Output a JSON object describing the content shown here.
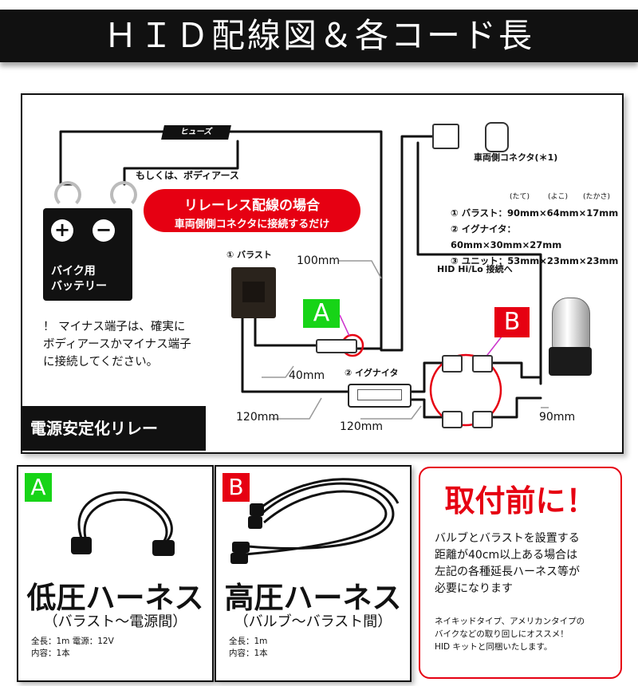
{
  "header": {
    "title": "ＨＩＤ配線図＆各コード長"
  },
  "diagram": {
    "fuse_label": "ヒューズ",
    "body_earth": "もしくは、ボディアース",
    "battery_plus": "+",
    "battery_minus": "−",
    "battery_label_1": "バイク用",
    "battery_label_2": "バッテリー",
    "relayless_title": "リレーレス配線の場合",
    "relayless_text": "車両側側コネクタに接続するだけ",
    "vehicle_connector": "車両側コネクタ(＊1)",
    "ballast_label": "① バラスト",
    "ignitor_label": "② イグナイタ",
    "tag_a": "A",
    "tag_b": "B",
    "len_100": "100mm",
    "len_40": "40mm",
    "len_120a": "120mm",
    "len_120b": "120mm",
    "len_90": "90mm",
    "hid_label": "HID Hi/Lo 接続へ",
    "note_1": "！ マイナス端子は、確実に",
    "note_2": "ボディアースかマイナス端子",
    "note_3": "に接続してください。",
    "relay_label": "電源安定化リレー",
    "spec_units": {
      "tate": "(たて)",
      "yoko": "(よこ)",
      "takasa": "(たかさ)"
    },
    "specs": [
      "① バラスト：90mm×64mm×17mm",
      "② イグナイタ：60mm×30mm×27mm",
      "③ ユニット：53mm×23mm×23mm"
    ]
  },
  "panel_a": {
    "tag": "A",
    "title": "低圧ハーネス",
    "subtitle": "（バラスト〜電源間）",
    "spec_1": "全長：1m 電源：12V",
    "spec_2": "内容：1本"
  },
  "panel_b": {
    "tag": "B",
    "title": "高圧ハーネス",
    "subtitle": "（バルブ〜バラスト間）",
    "spec_1": "全長：1m",
    "spec_2": "内容：1本"
  },
  "notice": {
    "title": "取付前に！",
    "body_1": "バルブとバラストを設置する",
    "body_2": "距離が40cm以上ある場合は",
    "body_3": "左記の各種延長ハーネス等が",
    "body_4": "必要になります",
    "small_1": "ネイキッドタイプ、アメリカンタイプの",
    "small_2": "バイクなどの取り回しにオススメ！",
    "small_3": "HID キットと同梱いたします。"
  },
  "colors": {
    "accent_red": "#e60012",
    "accent_green": "#17d417",
    "dark": "#111111"
  }
}
